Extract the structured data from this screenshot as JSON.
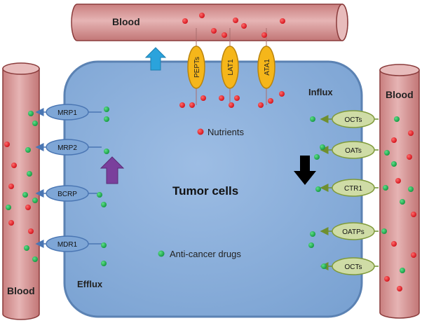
{
  "labels": {
    "blood_top": "Blood",
    "blood_left": "Blood",
    "blood_right": "Blood",
    "tumor": "Tumor cells",
    "influx": "Influx",
    "efflux": "Efflux",
    "nutrients": "Nutrients",
    "drugs": "Anti-cancer drugs"
  },
  "influx_transporters_top": [
    "PEPTs",
    "LAT1",
    "ATA1"
  ],
  "efflux_transporters": [
    "MRP1",
    "MRP2",
    "BCRP",
    "MDR1"
  ],
  "influx_transporters_right": [
    "OCTs",
    "OATs",
    "CTR1",
    "OATPs",
    "OCTs"
  ],
  "colors": {
    "vessel_fill": "#d9a0a0",
    "vessel_stroke": "#8a3b3b",
    "cell_fill": "#8fb3dc",
    "cell_stroke": "#5b82b3",
    "top_transporter": "#f5b61a",
    "efflux_transporter": "#7ea6d6",
    "influx_transporter": "#cfdca6",
    "nutrient_dot": "#e31b23",
    "drug_dot": "#1fae4f",
    "arrow_blue": "#2aa3dc",
    "arrow_purple": "#7a3f9c",
    "arrow_black": "#000000"
  }
}
